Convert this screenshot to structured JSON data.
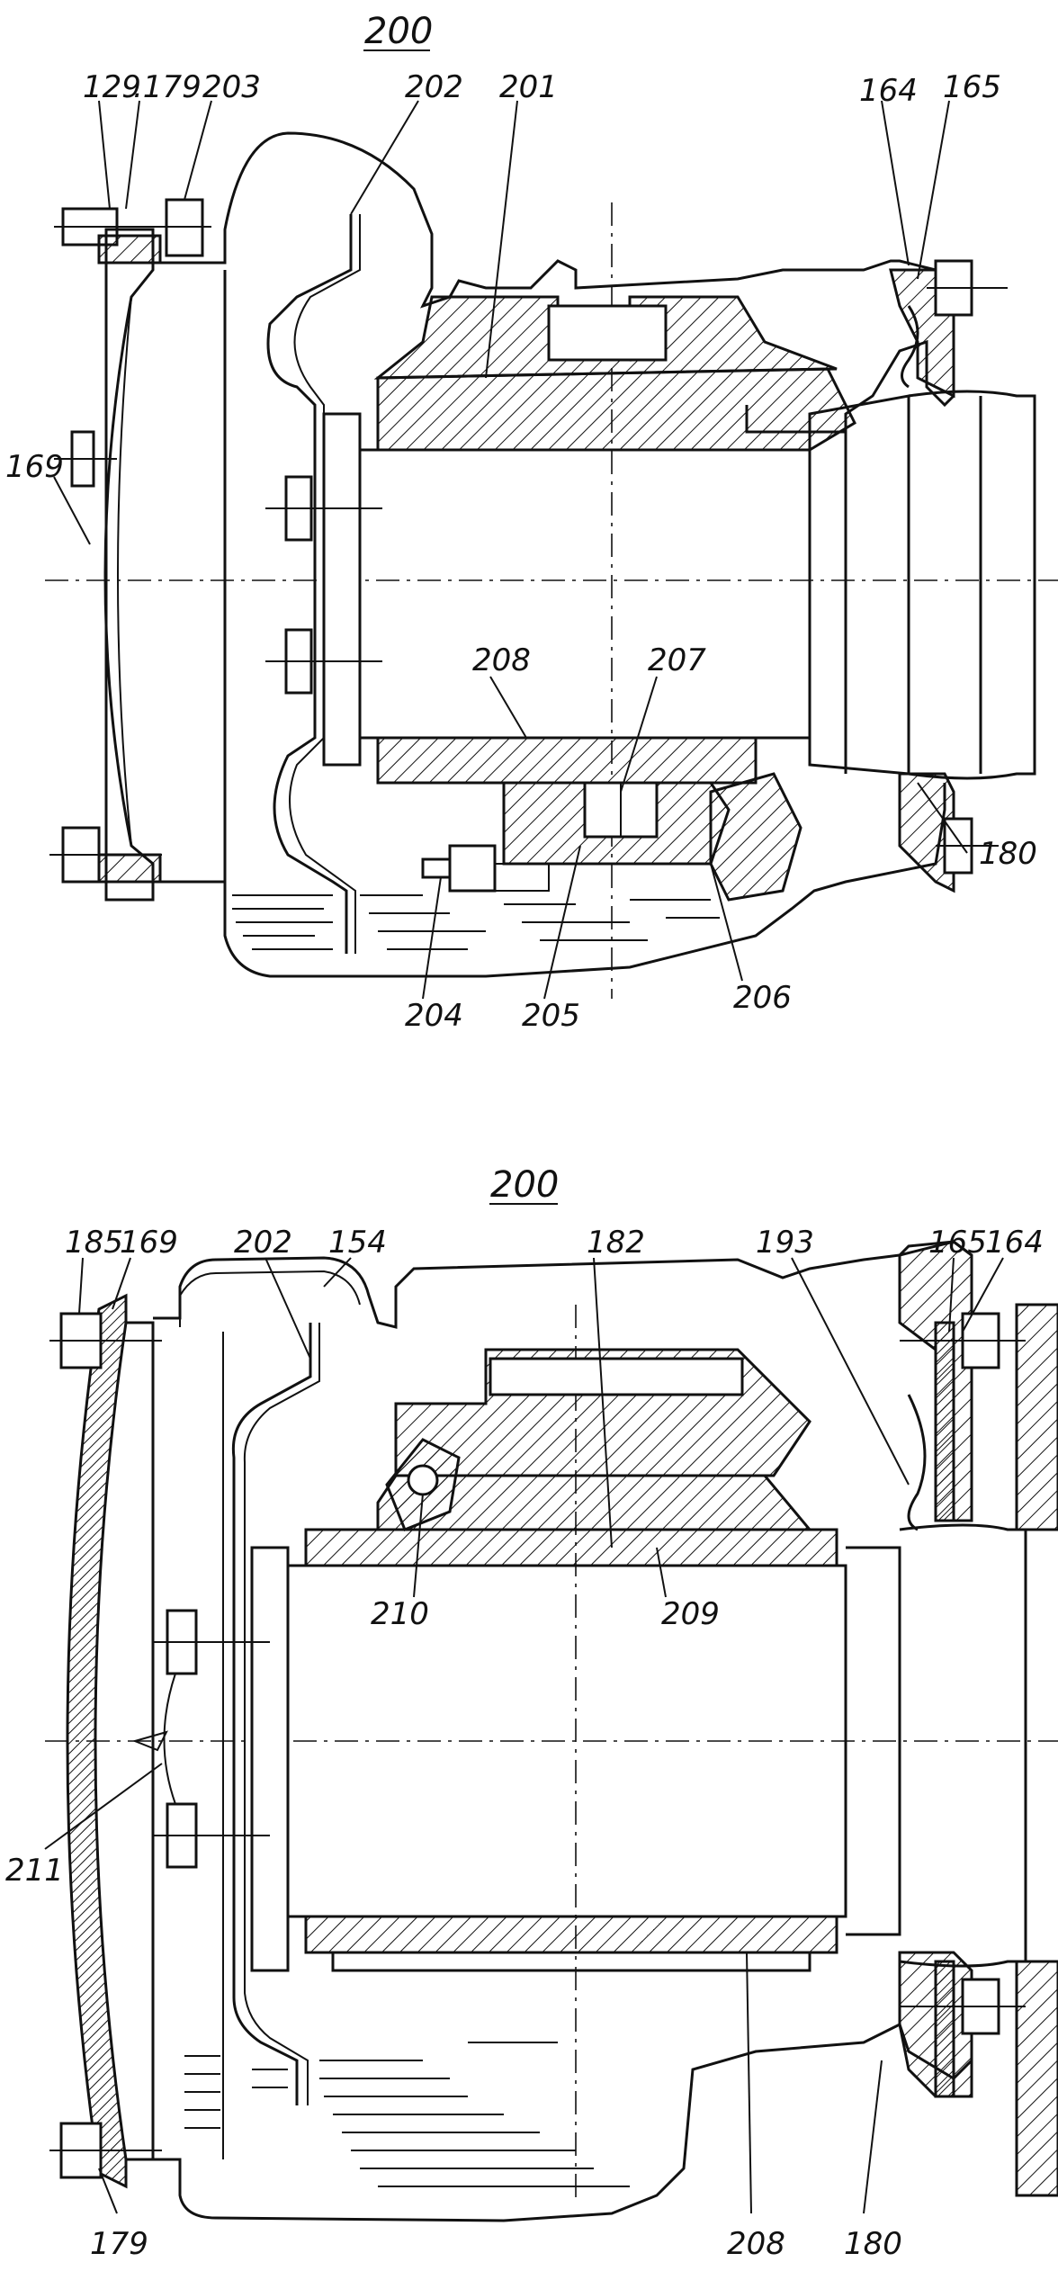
{
  "figure_top": {
    "title": "200",
    "labels": {
      "l129": "129",
      "l179": ".179",
      "l203": "203",
      "l202": "202",
      "l201": "201",
      "l164": "164",
      "l165": "165",
      "l169": "169",
      "l208": "208",
      "l207": "207",
      "l180": "180",
      "l204": "204",
      "l205": "205",
      "l206": "206"
    }
  },
  "figure_bottom": {
    "title": "200",
    "labels": {
      "l185": "185",
      "l169": "169",
      "l202": "202",
      "l154": "154",
      "l182": "182",
      "l193": "193",
      "l165": "165",
      "l164": "164",
      "l210": "210",
      "l209": "209",
      "l211": "211",
      "l179": "179",
      "l208": "208",
      "l180": "180"
    }
  }
}
